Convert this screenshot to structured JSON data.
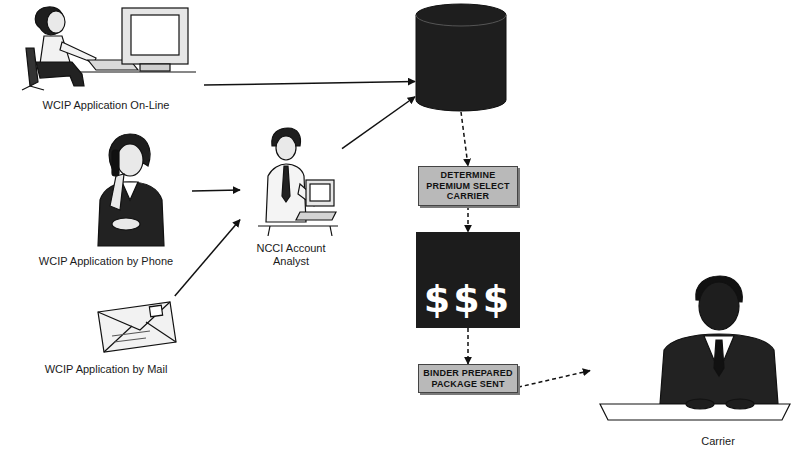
{
  "diagram": {
    "nodes": [
      {
        "text": [
          "WCIP Application On-Line"
        ]
      },
      {
        "text": []
      },
      {
        "text": [
          "WCIP Application by Phone"
        ]
      },
      {
        "text": [
          "NCCI Account Analyst"
        ]
      },
      {
        "text": [
          "DETERMINE PREMIUM SELECT CARRIER"
        ]
      },
      {
        "text": [
          "WCIP Application by Mail"
        ]
      },
      {
        "text": [
          "$$$"
        ]
      },
      {
        "text": [
          "BINDER PREPARED PACKAGE SENT"
        ]
      },
      {
        "text": [
          "Carrier"
        ]
      }
    ],
    "edges": [
      {
        "from": 0,
        "to": 1,
        "arrow": "to"
      },
      {
        "from": 2,
        "to": 3,
        "arrow": "to"
      },
      {
        "from": 5,
        "to": 3,
        "arrow": "to"
      },
      {
        "from": 3,
        "to": 1,
        "arrow": "to"
      },
      {
        "from": 1,
        "to": 4,
        "arrow": "to"
      },
      {
        "from": 4,
        "to": 6,
        "arrow": "to"
      },
      {
        "from": 6,
        "to": 7,
        "arrow": "to"
      },
      {
        "from": 7,
        "to": 8,
        "arrow": "to"
      }
    ]
  }
}
